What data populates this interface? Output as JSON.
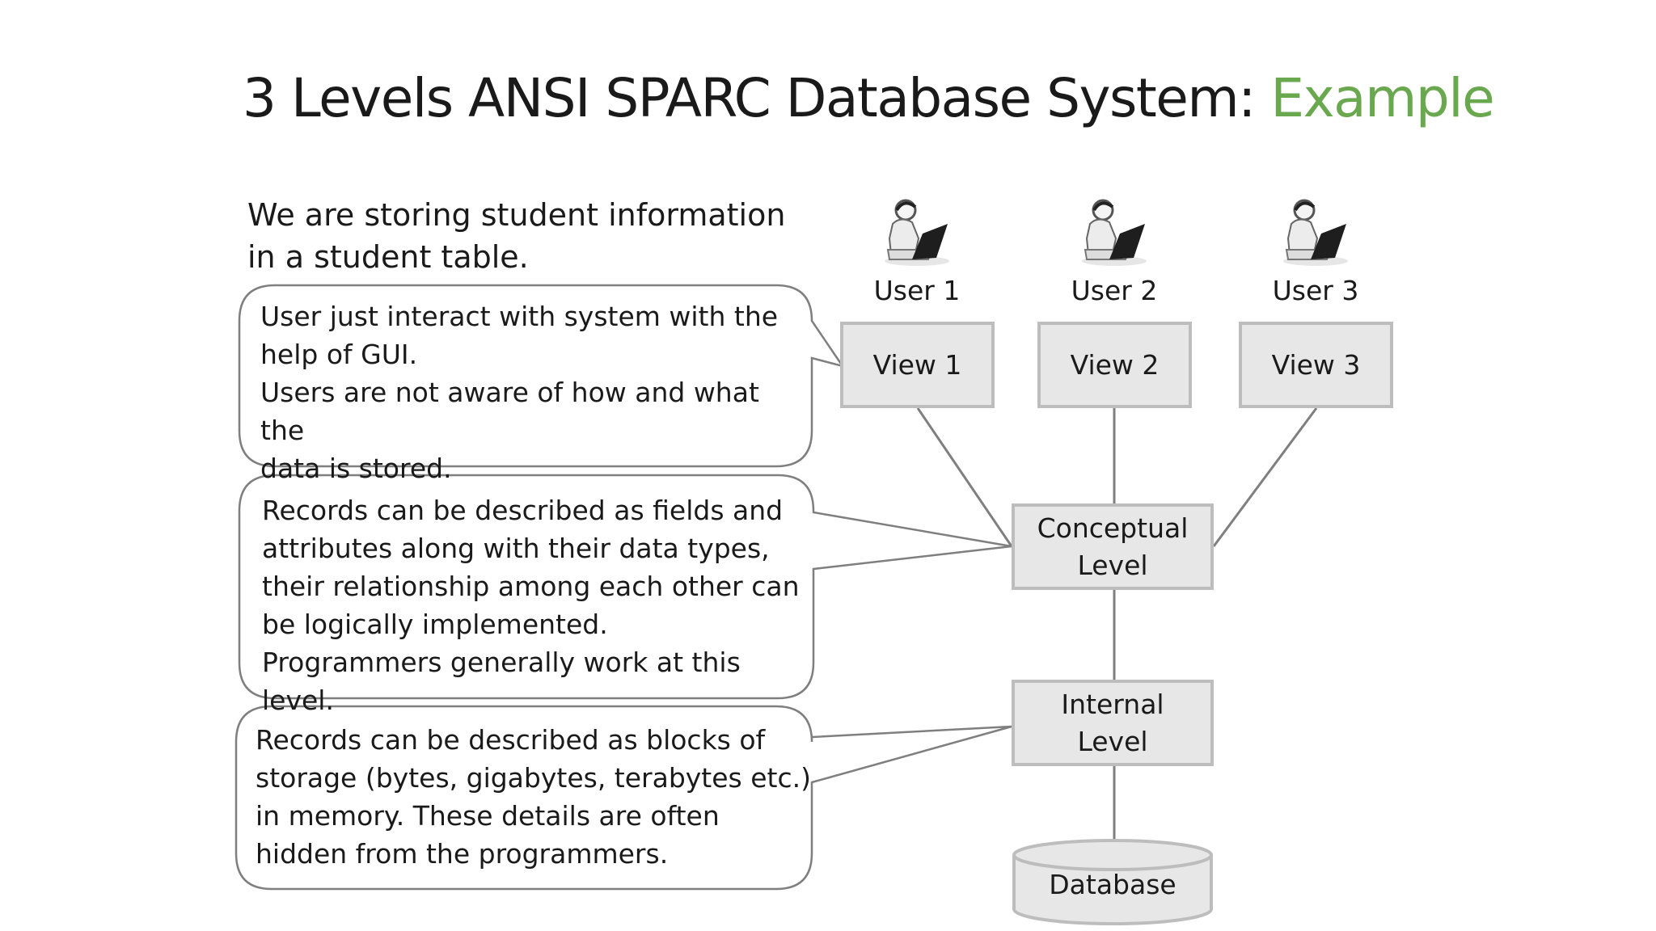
{
  "title": {
    "main": "3 Levels ANSI SPARC Database System: ",
    "accent": "Example",
    "accent_color": "#6aa84f"
  },
  "intro": "We are storing student information in a student table.",
  "callouts": {
    "external": {
      "line1": "User just interact with system with the",
      "line2": "help of GUI.",
      "line3": "Users are not aware of how and what the",
      "line4": "data is stored."
    },
    "conceptual": {
      "line1": "Records can be described as fields and",
      "line2": "attributes along with their data types,",
      "line3": "their relationship among each other can",
      "line4": "be logically implemented.",
      "line5": "Programmers generally work at this level."
    },
    "internal": {
      "line1": "Records can be described as blocks of",
      "line2": "storage (bytes, gigabytes, terabytes etc.)",
      "line3": "in memory. These details are often",
      "line4": "hidden from the programmers."
    }
  },
  "users": [
    {
      "label": "User 1",
      "icon": "user-laptop-icon"
    },
    {
      "label": "User 2",
      "icon": "user-laptop-icon"
    },
    {
      "label": "User 3",
      "icon": "user-laptop-icon"
    }
  ],
  "views": [
    {
      "label": "View 1"
    },
    {
      "label": "View 2"
    },
    {
      "label": "View 3"
    }
  ],
  "levels": {
    "conceptual": {
      "line1": "Conceptual",
      "line2": "Level"
    },
    "internal": {
      "line1": "Internal",
      "line2": "Level"
    }
  },
  "database": {
    "label": "Database"
  },
  "colors": {
    "box_fill": "#e7e7e7",
    "box_border": "#bdbdbd",
    "connector": "#7f7f7f"
  }
}
